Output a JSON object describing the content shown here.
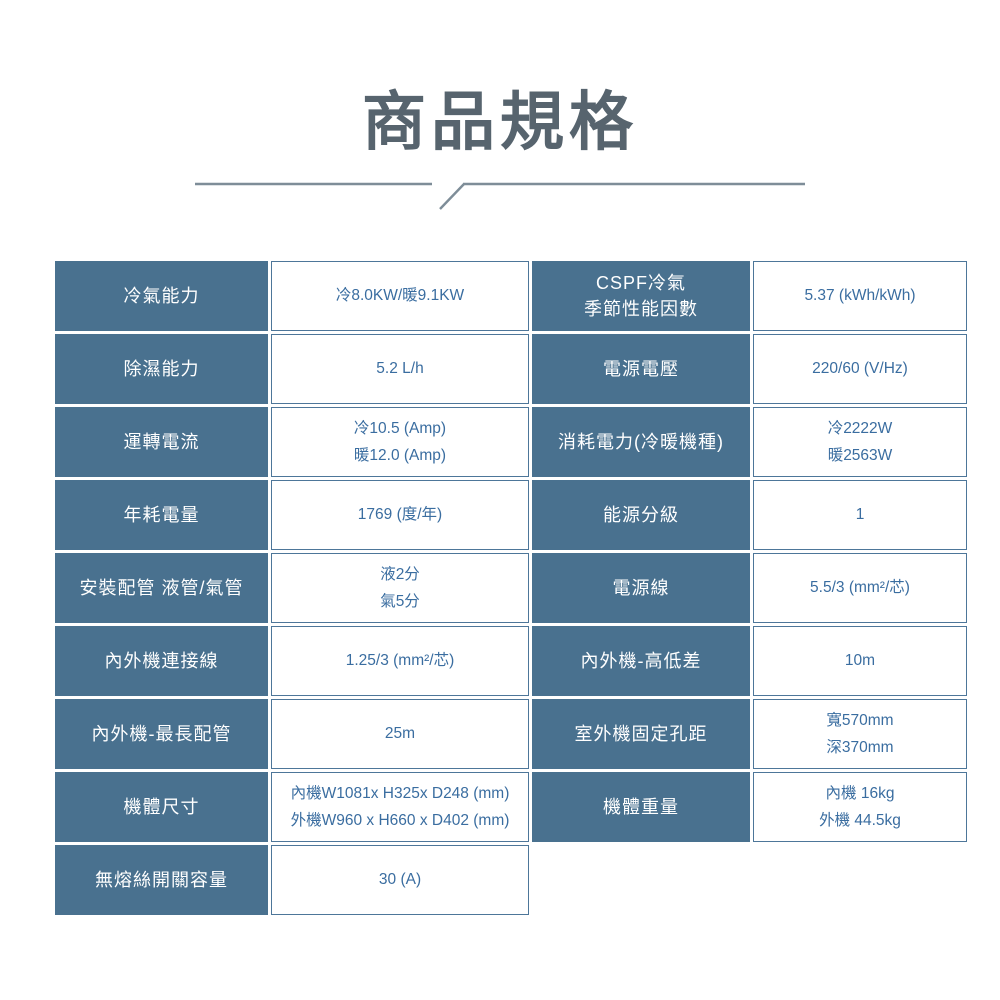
{
  "page": {
    "title": "商品規格"
  },
  "colors": {
    "title_text": "#57646e",
    "divider": "#7e8d98",
    "label_bg": "#49718f",
    "label_text": "#ffffff",
    "value_text": "#3a6da0",
    "cell_border": "#4d7699"
  },
  "table": {
    "rows": [
      {
        "cells": [
          {
            "type": "label",
            "lines": [
              "冷氣能力"
            ]
          },
          {
            "type": "value",
            "lines": [
              "冷8.0KW/暖9.1KW"
            ]
          },
          {
            "type": "label",
            "lines": [
              "CSPF冷氣",
              "季節性能因數"
            ]
          },
          {
            "type": "value",
            "lines": [
              "5.37 (kWh/kWh)"
            ]
          }
        ]
      },
      {
        "cells": [
          {
            "type": "label",
            "lines": [
              "除濕能力"
            ]
          },
          {
            "type": "value",
            "lines": [
              "5.2 L/h"
            ]
          },
          {
            "type": "label",
            "lines": [
              "電源電壓"
            ]
          },
          {
            "type": "value",
            "lines": [
              "220/60 (V/Hz)"
            ]
          }
        ]
      },
      {
        "cells": [
          {
            "type": "label",
            "lines": [
              "運轉電流"
            ]
          },
          {
            "type": "value",
            "lines": [
              "冷10.5 (Amp)",
              "暖12.0 (Amp)"
            ]
          },
          {
            "type": "label",
            "lines": [
              "消耗電力(冷暖機種)"
            ]
          },
          {
            "type": "value",
            "lines": [
              "冷2222W",
              "暖2563W"
            ]
          }
        ]
      },
      {
        "cells": [
          {
            "type": "label",
            "lines": [
              "年耗電量"
            ]
          },
          {
            "type": "value",
            "lines": [
              "1769 (度/年)"
            ]
          },
          {
            "type": "label",
            "lines": [
              "能源分級"
            ]
          },
          {
            "type": "value",
            "lines": [
              "1"
            ]
          }
        ]
      },
      {
        "cells": [
          {
            "type": "label",
            "lines": [
              "安裝配管 液管/氣管"
            ]
          },
          {
            "type": "value",
            "lines": [
              "液2分",
              "氣5分"
            ]
          },
          {
            "type": "label",
            "lines": [
              "電源線"
            ]
          },
          {
            "type": "value",
            "lines": [
              "5.5/3 (mm²/芯)"
            ]
          }
        ]
      },
      {
        "cells": [
          {
            "type": "label",
            "lines": [
              "內外機連接線"
            ]
          },
          {
            "type": "value",
            "lines": [
              "1.25/3 (mm²/芯)"
            ]
          },
          {
            "type": "label",
            "lines": [
              "內外機-高低差"
            ]
          },
          {
            "type": "value",
            "lines": [
              "10m"
            ]
          }
        ]
      },
      {
        "cells": [
          {
            "type": "label",
            "lines": [
              "內外機-最長配管"
            ]
          },
          {
            "type": "value",
            "lines": [
              "25m"
            ]
          },
          {
            "type": "label",
            "lines": [
              "室外機固定孔距"
            ]
          },
          {
            "type": "value",
            "lines": [
              "寬570mm",
              "深370mm"
            ]
          }
        ]
      },
      {
        "cells": [
          {
            "type": "label",
            "lines": [
              "機體尺寸"
            ]
          },
          {
            "type": "value",
            "lines": [
              "內機W1081x H325x D248 (mm)",
              "外機W960 x H660 x D402 (mm)"
            ]
          },
          {
            "type": "label",
            "lines": [
              "機體重量"
            ]
          },
          {
            "type": "value",
            "lines": [
              "內機 16kg",
              "外機 44.5kg"
            ]
          }
        ]
      },
      {
        "cells": [
          {
            "type": "label",
            "lines": [
              "無熔絲開關容量"
            ]
          },
          {
            "type": "value",
            "lines": [
              "30 (A)"
            ]
          },
          {
            "type": "empty",
            "lines": []
          },
          {
            "type": "empty",
            "lines": []
          }
        ]
      }
    ]
  }
}
